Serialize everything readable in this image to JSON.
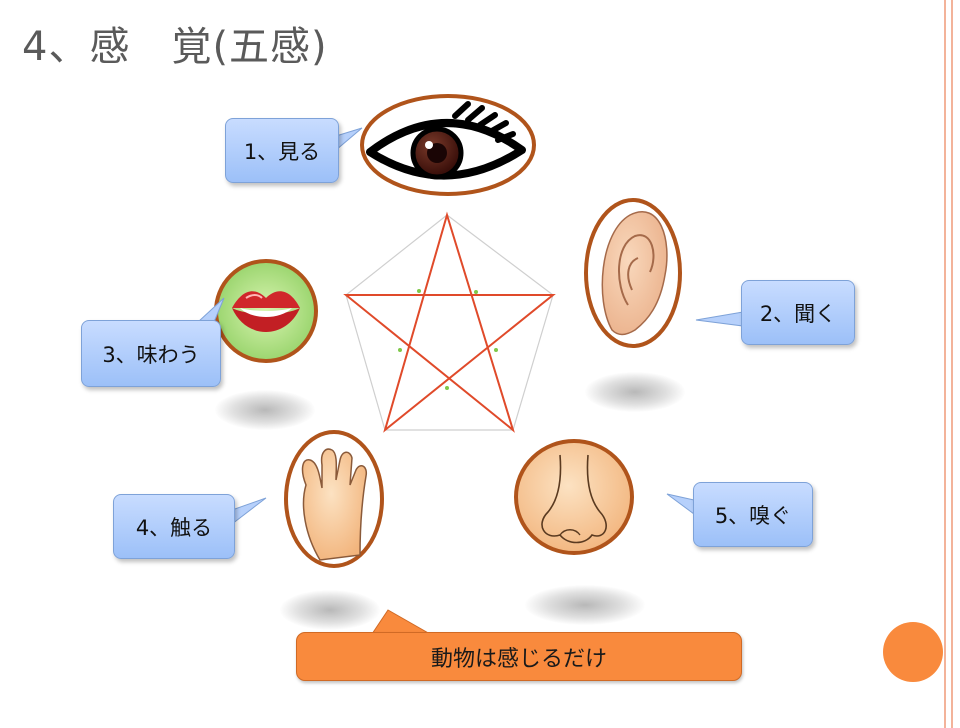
{
  "slide": {
    "title": "4、感　覚(五感)"
  },
  "senses": [
    {
      "label": "1、見る",
      "icon": "eye-icon"
    },
    {
      "label": "2、聞く",
      "icon": "ear-icon"
    },
    {
      "label": "3、味わう",
      "icon": "mouth-icon"
    },
    {
      "label": "4、触る",
      "icon": "hand-icon"
    },
    {
      "label": "5、嗅ぐ",
      "icon": "nose-icon"
    }
  ],
  "note": "動物は感じるだけ",
  "colors": {
    "accent_orange": "#f98a3d",
    "callout_blue": "#b6d0fb",
    "oval_border": "#b0541b",
    "star_red": "#e04a2a",
    "title_gray": "#5a5a5a",
    "side_rule": "#f3b39a"
  }
}
